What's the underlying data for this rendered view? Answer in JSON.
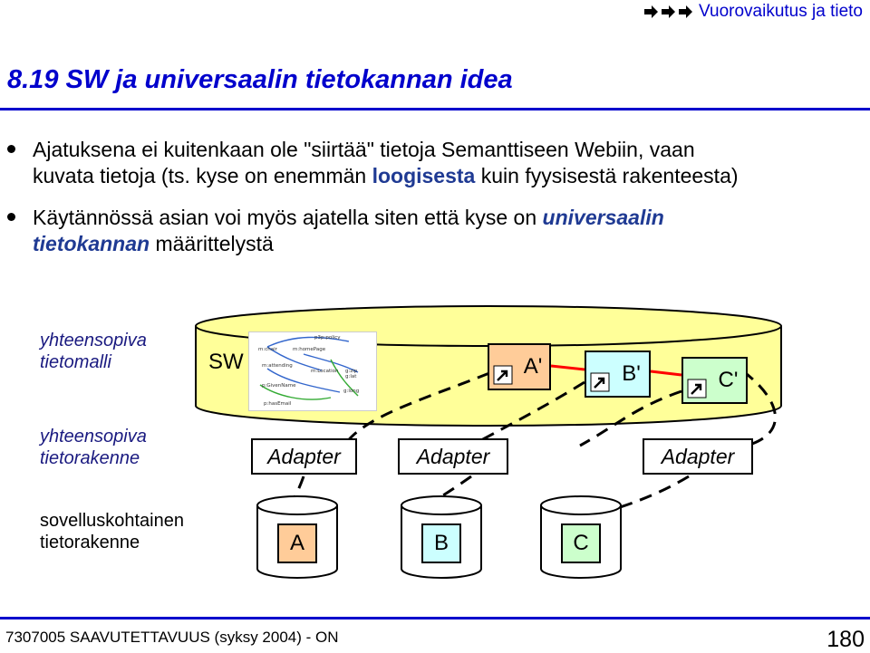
{
  "header": {
    "nav_label": "Vuorovaikutus ja tieto"
  },
  "slide": {
    "title": "8.19 SW ja universaalin tietokannan idea",
    "bullets": [
      {
        "line1": "Ajatuksena ei kuitenkaan ole \"siirtää\" tietoja Semanttiseen Webiin, vaan",
        "line2_a": "kuvata tietoja (ts. kyse on enemmän ",
        "line2_hl": "loogisesta",
        "line2_b": " kuin fyysisestä rakenteesta)"
      },
      {
        "line1_a": "Käytännössä asian voi myös ajatella siten että kyse on ",
        "line1_hl": "universaalin",
        "line2_hl": "tietokannan",
        "line2_b": " määrittelystä"
      }
    ]
  },
  "diagram": {
    "left_labels": {
      "model_1": "yhteensopiva",
      "model_2": "tietomalli",
      "structure_1": "yhteensopiva",
      "structure_2": "tietorakenne",
      "app_1": "sovelluskohtainen",
      "app_2": "tietorakenne"
    },
    "sw_label": "SW",
    "nodes": [
      "A'",
      "B'",
      "C'"
    ],
    "adapters": [
      "Adapter",
      "Adapter",
      "Adapter"
    ],
    "databases": [
      "A",
      "B",
      "C"
    ],
    "graph_labels": [
      "p3p:policy",
      "m:chair",
      "m:homePage",
      "m:attending",
      "m:Location",
      "g:zip",
      "g:lat",
      "p:GivenName",
      "g:long",
      "p:hasEmail"
    ],
    "colors": {
      "cylinder": "#ffff99",
      "node": "#ffcc99",
      "link": "#ff0000"
    }
  },
  "footer": {
    "course": "7307005 SAAVUTETTAVUUS (syksy 2004) - ON",
    "page": "180"
  }
}
